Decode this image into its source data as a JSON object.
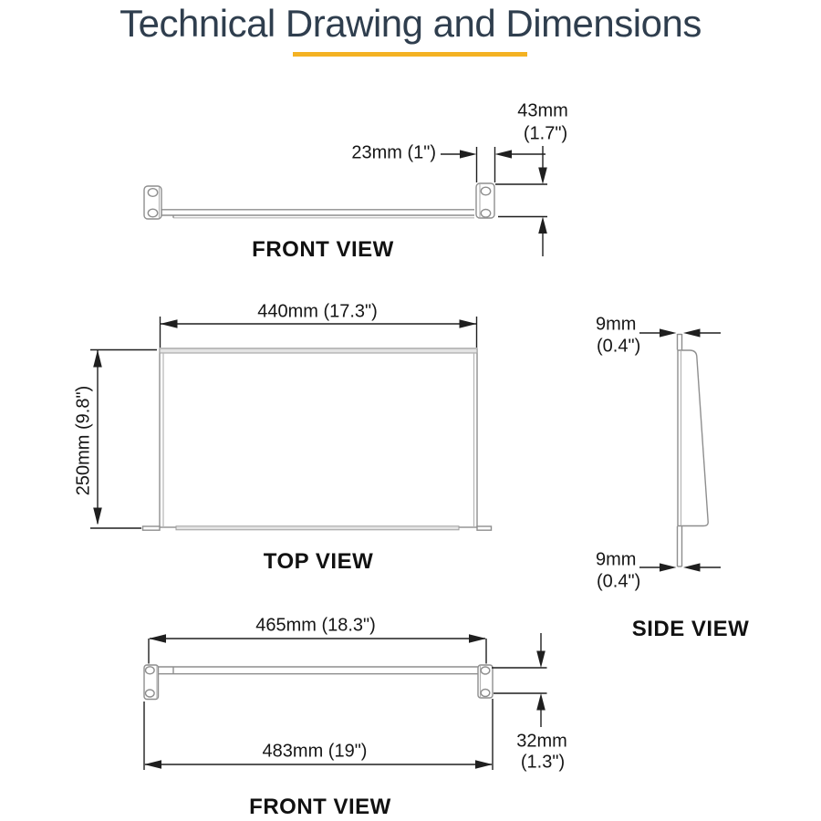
{
  "title": "Technical Drawing and Dimensions",
  "accent_color": "#f4b223",
  "views": {
    "front_top": {
      "label": "FRONT VIEW",
      "dim_ear_width": "23mm (1\")",
      "dim_height_mm": "43mm",
      "dim_height_in": "(1.7\")"
    },
    "top": {
      "label": "TOP VIEW",
      "dim_width": "440mm (17.3\")",
      "dim_depth": "250mm (9.8\")"
    },
    "side": {
      "label": "SIDE VIEW",
      "dim_front_lip_mm": "9mm",
      "dim_front_lip_in": "(0.4\")",
      "dim_rear_lip_mm": "9mm",
      "dim_rear_lip_in": "(0.4\")"
    },
    "front_bottom": {
      "label": "FRONT VIEW",
      "dim_hole_spacing": "465mm (18.3\")",
      "dim_total_width": "483mm (19\")",
      "dim_hole_vertical_mm": "32mm",
      "dim_hole_vertical_in": "(1.3\")"
    }
  }
}
